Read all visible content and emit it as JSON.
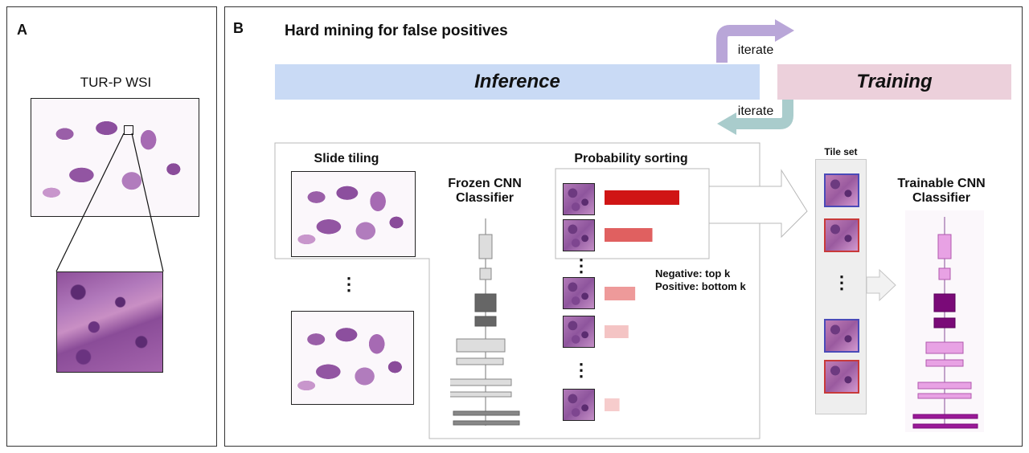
{
  "panel_a": {
    "label": "A",
    "wsi_title": "TUR-P WSI"
  },
  "panel_b": {
    "label": "B",
    "title": "Hard mining for false positives",
    "inference": "Inference",
    "training": "Training",
    "iterate_top": "iterate",
    "iterate_bottom": "iterate",
    "slide_tiling": "Slide tiling",
    "frozen_cnn": "Frozen CNN\nClassifier",
    "probability_sorting": "Probability sorting",
    "negative_rule": "Negative: top k",
    "positive_rule": "Positive: bottom k",
    "tile_set": "Tile set",
    "trainable_cnn": "Trainable CNN\nClassifier",
    "ellipsis": "⋮"
  },
  "colors": {
    "inference_banner": "#c9daf5",
    "training_banner": "#ecd0db",
    "iterate_top_arrow": "#b9a6d8",
    "iterate_bottom_arrow": "#a9cccc",
    "prob_bar_1": "#d01515",
    "prob_bar_2": "#e06060",
    "prob_bar_3": "#ee9a9a",
    "prob_bar_4": "#f4c4c4",
    "prob_bar_5": "#f6cccc",
    "frozen_layers": "#dddddd",
    "frozen_dark": "#666666",
    "trainable_layers": "#e8a2e4",
    "trainable_dark": "#7a0a78",
    "tile_border_blue": "#4a4ab8",
    "tile_border_red": "#c83a3a"
  },
  "prob_values": [
    1.0,
    0.64,
    0.41,
    0.32,
    0.2
  ]
}
